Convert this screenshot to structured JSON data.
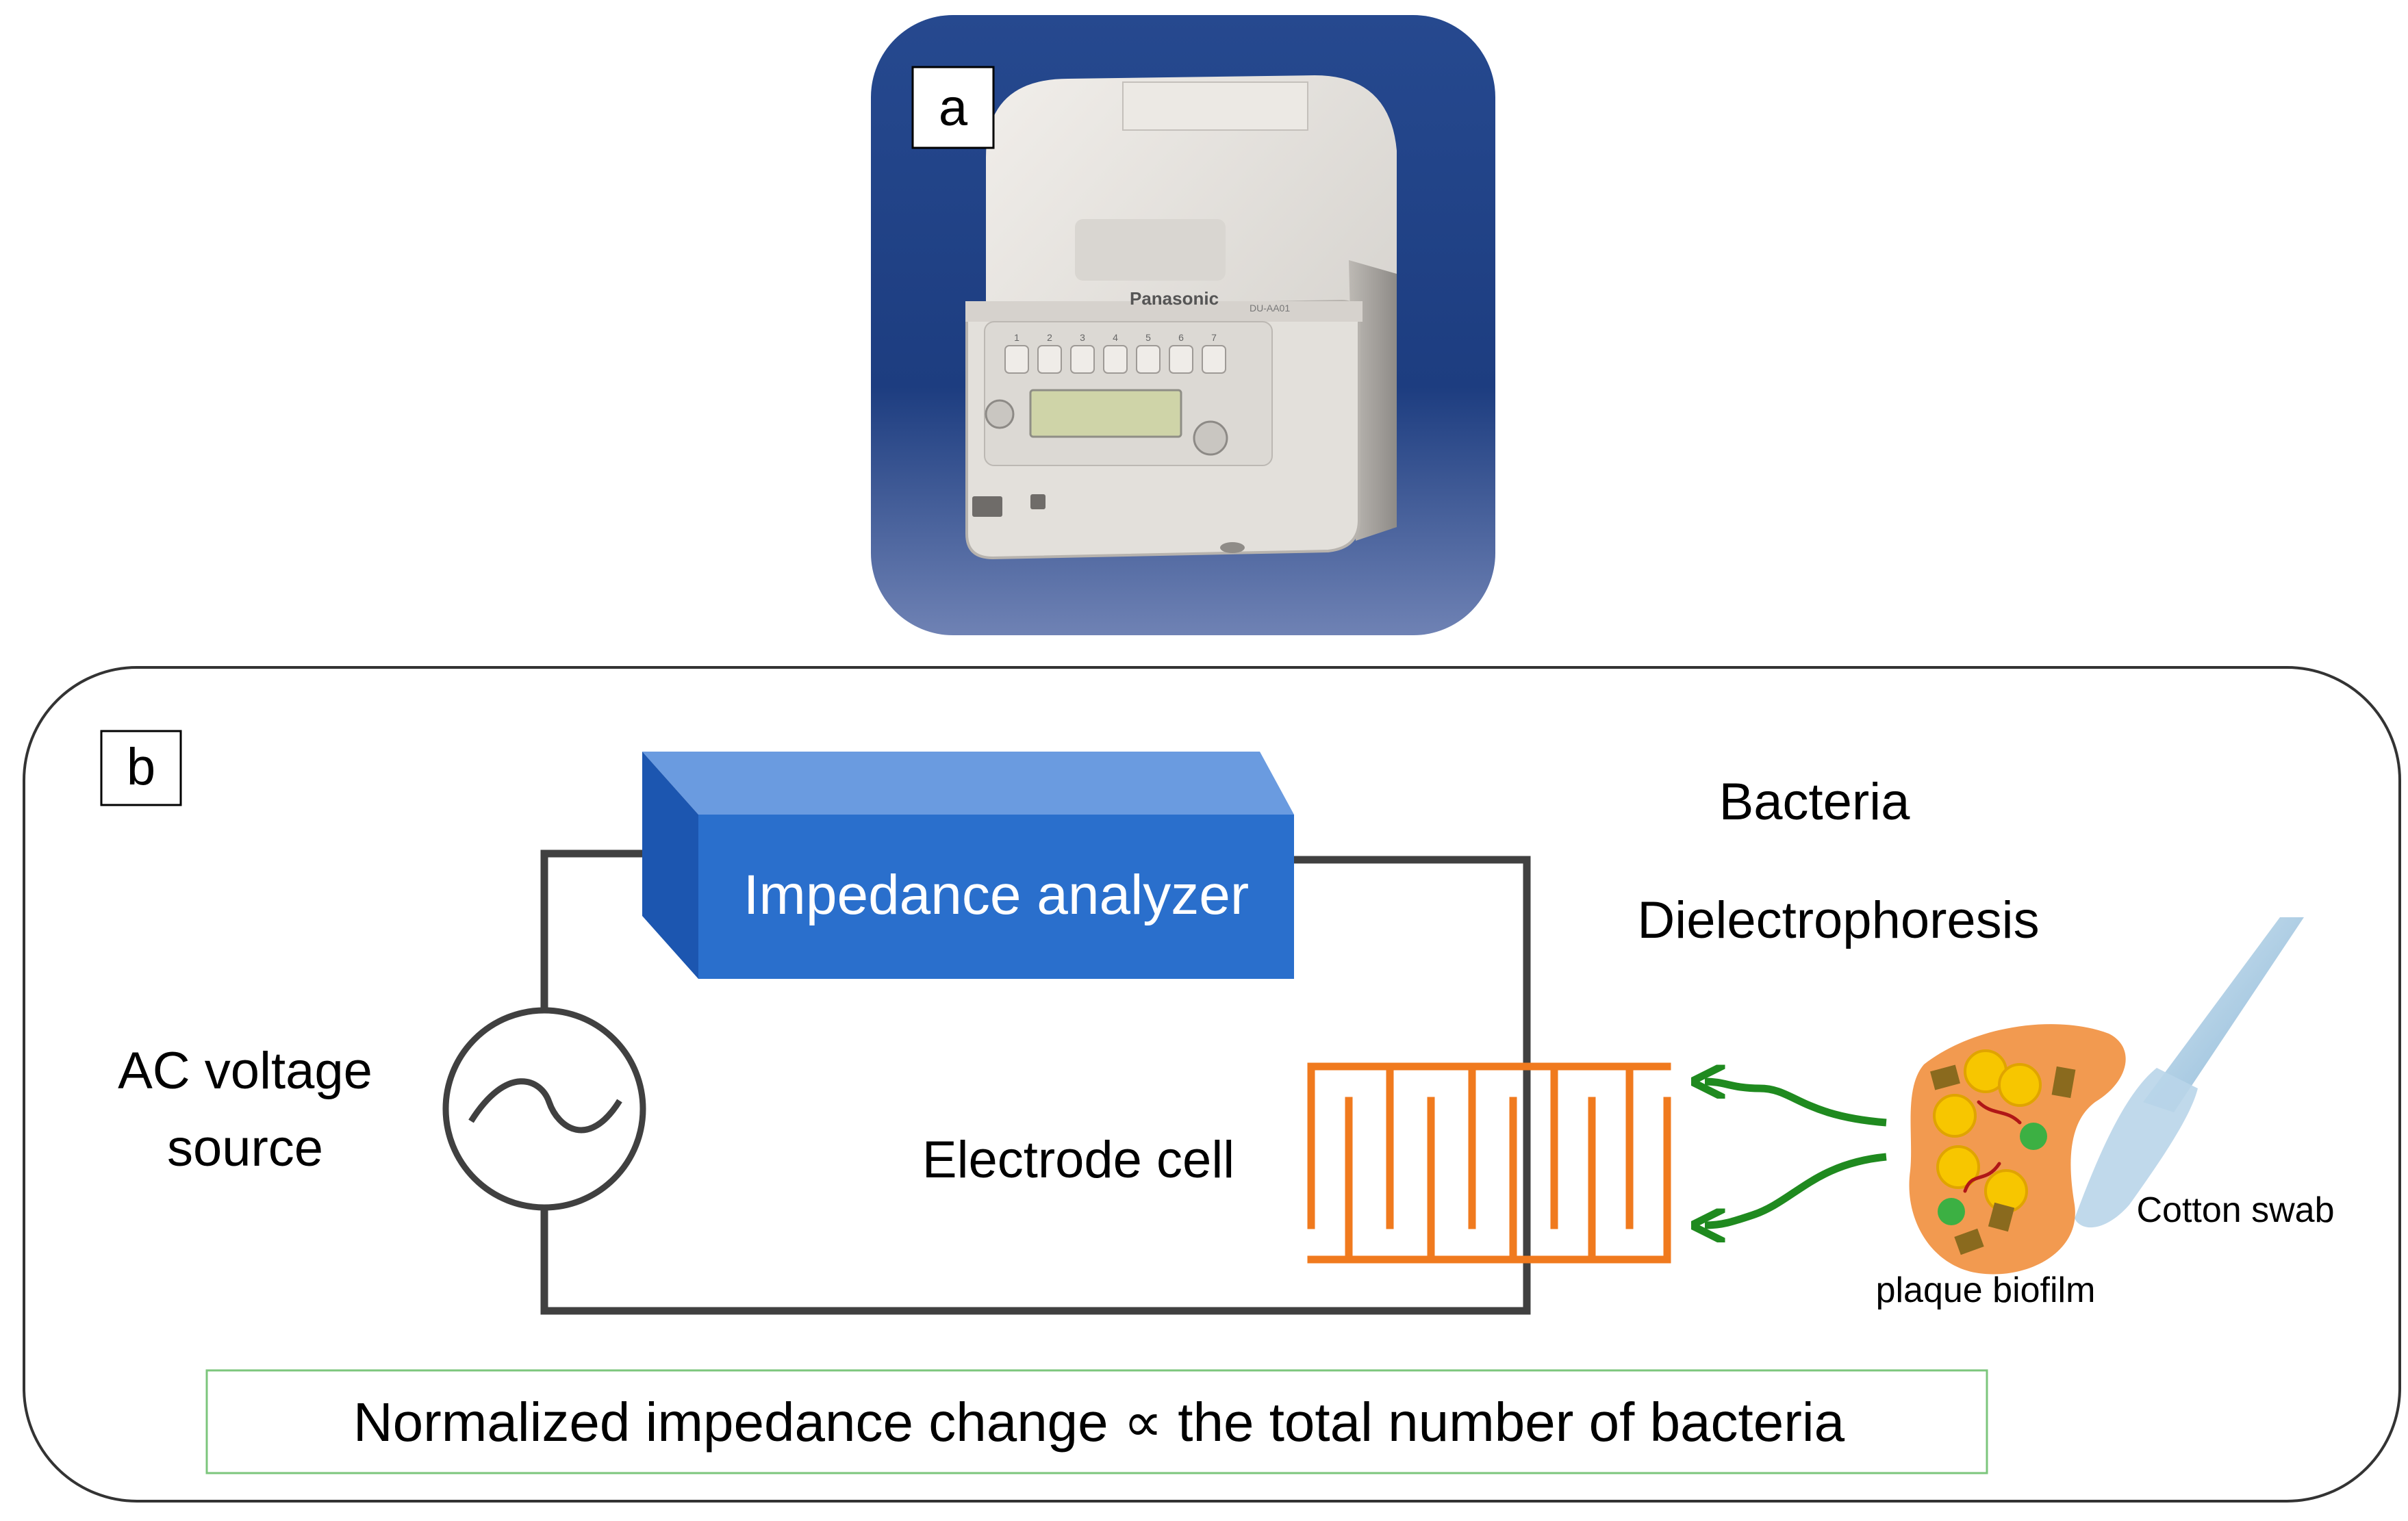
{
  "panel_a": {
    "label": "a",
    "device": {
      "brand": "Panasonic",
      "model": "DU-AA01",
      "button_numbers": [
        "1",
        "2",
        "3",
        "4",
        "5",
        "6",
        "7"
      ]
    }
  },
  "panel_b": {
    "label": "b",
    "analyzer_label": "Impedance analyzer",
    "source_label_line1": "AC voltage",
    "source_label_line2": "source",
    "electrode_label": "Electrode cell",
    "bacteria_label": "Bacteria",
    "dep_label": "Dielectrophoresis",
    "swab_label": "Cotton swab",
    "biofilm_label": "plaque biofilm",
    "equation": "Normalized impedance change ∝ the total number of bacteria"
  },
  "colors": {
    "photo_blue": "#1c3f86",
    "analyzer_blue": "#2a6fcc",
    "electrode_orange": "#f07a1e",
    "arrow_green": "#1f8a1f",
    "wire_gray": "#404040",
    "biofilm_orange": "#f29a50",
    "bacteria_yellow": "#f7c600",
    "equation_border": "#7cc67c"
  }
}
